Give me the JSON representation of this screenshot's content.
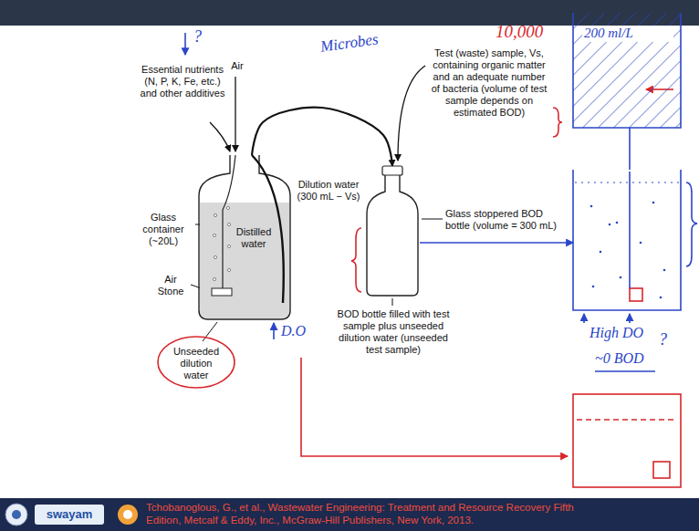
{
  "diagram": {
    "nodes": [
      {
        "text": [
          "Distilled water"
        ]
      },
      {
        "text": [
          "Glass stoppered BOD bottle (volume = 300 mL)"
        ]
      },
      {
        "text": [
          "200 ml/L"
        ]
      },
      {
        "text": [
          "High DO"
        ]
      }
    ],
    "edges": [
      {
        "from": 0,
        "to": 1,
        "arrow": "to",
        "label": "Dilution water (300 mL − Vs)"
      },
      {
        "from": 1,
        "to": 3,
        "arrow": "to"
      },
      {
        "from": 2,
        "to": 3,
        "arrow": "none"
      }
    ],
    "labels": [
      "?",
      "Microbes",
      "10,000",
      "Essential nutrients (N, P, K, Fe, etc.) and other additives",
      "Air",
      "Test (waste) sample, Vs, containing organic matter and an adequate number of bacteria (volume of test sample depends on estimated BOD)",
      "Glass container (~20L)",
      "Air Stone",
      "Unseeded dilution water",
      "BOD bottle filled with test sample plus unseeded dilution water (unseeded test sample)",
      "D.O",
      "?",
      "~0 BOD",
      "swayam",
      "Tchobanoglous, G., et al., Wastewater Engineering: Treatment and Resource Recovery Fifth Edition, Metcalf & Eddy, Inc., McGraw-Hill Publishers, New York, 2013."
    ]
  }
}
